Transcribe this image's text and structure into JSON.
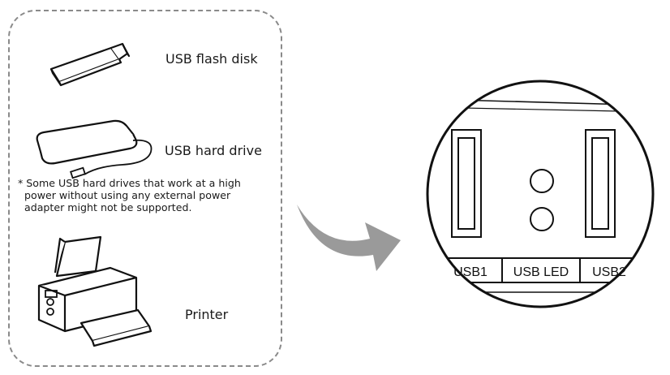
{
  "devices": [
    {
      "label": "USB flash disk",
      "icon": "usb-flash-disk-icon"
    },
    {
      "label": "USB hard drive",
      "icon": "usb-hard-drive-icon"
    },
    {
      "label": "Printer",
      "icon": "printer-icon"
    }
  ],
  "note": {
    "lines": [
      "* Some USB hard drives that work at a high",
      "power without using any external power",
      "adapter might not be supported."
    ]
  },
  "panel": {
    "ports": [
      {
        "label": "USB1"
      },
      {
        "label": "USB LED"
      },
      {
        "label": "USB2"
      }
    ]
  },
  "colors": {
    "line": "#111111",
    "arrow": "#9a9a9a",
    "dashed_border": "#8a8a8a"
  }
}
